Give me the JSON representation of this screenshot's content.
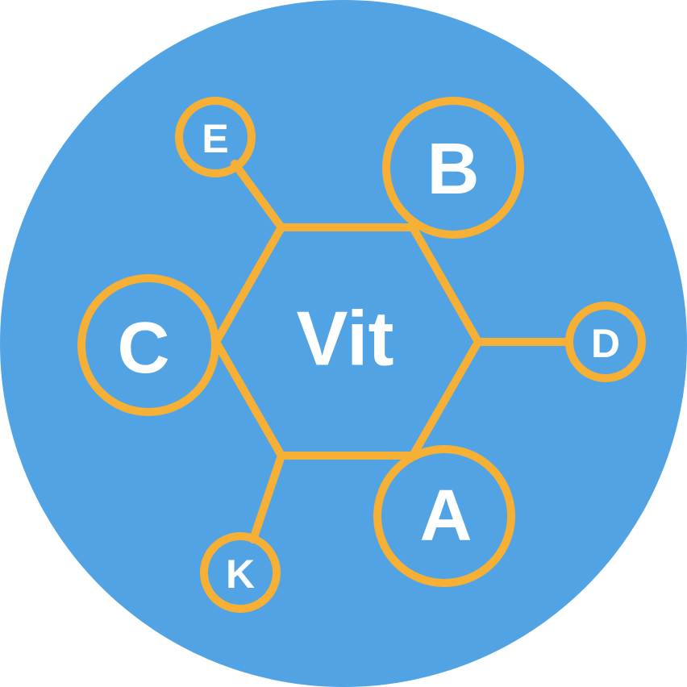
{
  "colors": {
    "background_circle": "#51A3E3",
    "stroke": "#F7B036",
    "text": "#FFFFFF"
  },
  "center": {
    "label": "Vit",
    "shape": "hexagon"
  },
  "nodes": [
    {
      "id": "b",
      "label": "B"
    },
    {
      "id": "e",
      "label": "E"
    },
    {
      "id": "c",
      "label": "C"
    },
    {
      "id": "d",
      "label": "D"
    },
    {
      "id": "a",
      "label": "A"
    },
    {
      "id": "k",
      "label": "K"
    }
  ]
}
